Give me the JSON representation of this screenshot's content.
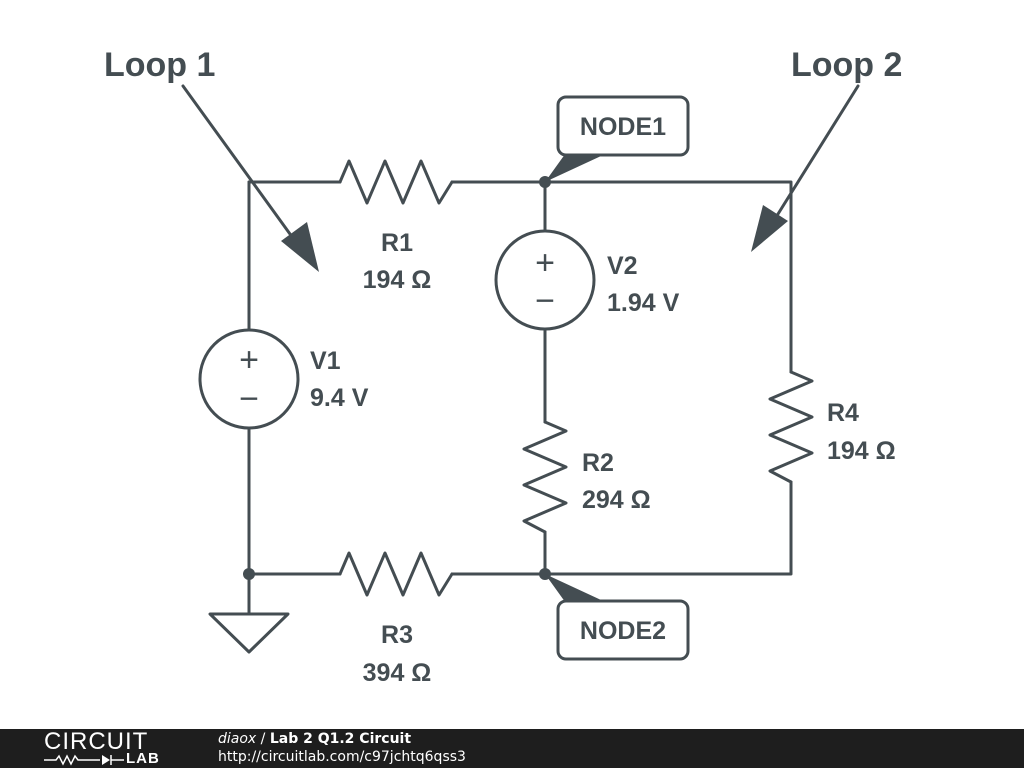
{
  "diagram": {
    "loop_labels": [
      "Loop 1",
      "Loop 2"
    ],
    "nodes": [
      "NODE1",
      "NODE2"
    ],
    "components": {
      "R1": {
        "name": "R1",
        "value": "194 Ω"
      },
      "R2": {
        "name": "R2",
        "value": "294 Ω"
      },
      "R3": {
        "name": "R3",
        "value": "394 Ω"
      },
      "R4": {
        "name": "R4",
        "value": "194 Ω"
      },
      "V1": {
        "name": "V1",
        "value": "9.4 V"
      },
      "V2": {
        "name": "V2",
        "value": "1.94 V"
      }
    },
    "source_symbols": {
      "plus": "+",
      "minus": "−"
    }
  },
  "footer": {
    "logo_top": "CIRCUIT",
    "logo_bottom": "LAB",
    "author": "diaox",
    "separator": " / ",
    "title": "Lab 2 Q1.2 Circuit",
    "url": "http://circuitlab.com/c97jchtq6qss3"
  },
  "colors": {
    "ink": "#444d52",
    "footer_bg": "#1e1e1e"
  }
}
